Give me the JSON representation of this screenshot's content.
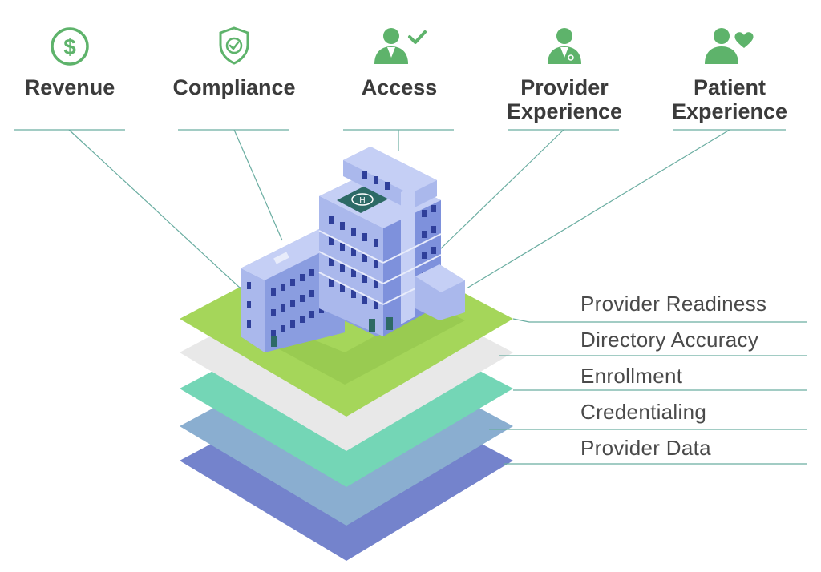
{
  "pillars": [
    {
      "label_line1": "Revenue",
      "label_line2": "",
      "icon": "dollar-circle-icon"
    },
    {
      "label_line1": "Compliance",
      "label_line2": "",
      "icon": "shield-check-icon"
    },
    {
      "label_line1": "Access",
      "label_line2": "",
      "icon": "doctor-check-icon"
    },
    {
      "label_line1": "Provider",
      "label_line2": "Experience",
      "icon": "doctor-icon"
    },
    {
      "label_line1": "Patient",
      "label_line2": "Experience",
      "icon": "patient-heart-icon"
    }
  ],
  "layers": [
    {
      "label": "Provider Readiness",
      "color": "#a5d65a"
    },
    {
      "label": "Directory Accuracy",
      "color": "#e8e8e8"
    },
    {
      "label": "Enrollment",
      "color": "#74d6b6"
    },
    {
      "label": "Credentialing",
      "color": "#8aaed0"
    },
    {
      "label": "Provider Data",
      "color": "#7483cc"
    }
  ],
  "colors": {
    "icon_green": "#5eb36b",
    "line_teal": "#6aada1",
    "building_light": "#aab8ec",
    "building_mid": "#8a9de0",
    "building_dark": "#5f73c8",
    "window": "#2f3f9a",
    "helipad": "#2d6a66"
  }
}
